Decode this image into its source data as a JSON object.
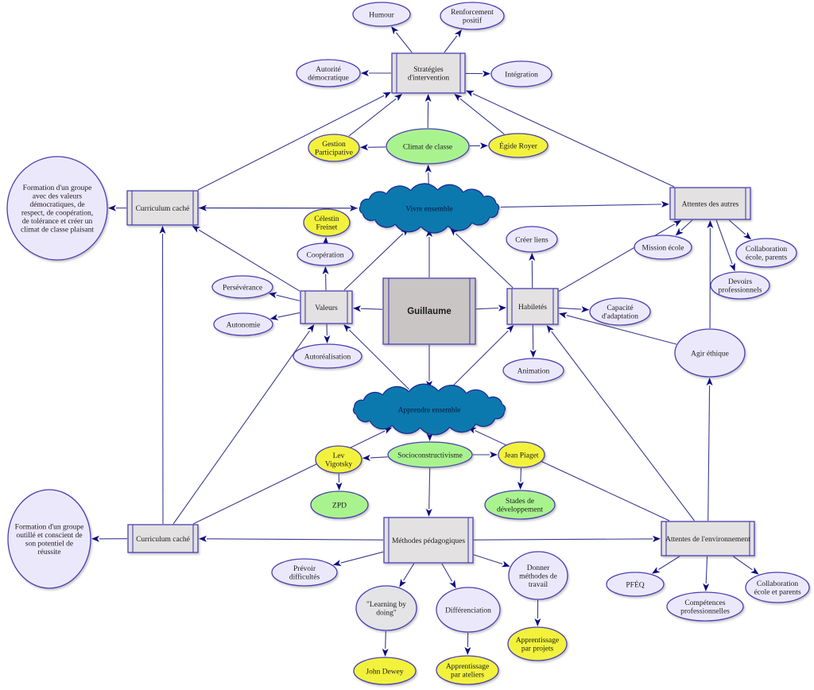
{
  "palette": {
    "lavender_fill": "#ece8fb",
    "yellow_fill": "#f2f23c",
    "green_fill": "#a9f38f",
    "gray_fill": "#e3e1e1",
    "quote_fill": "#e4e3e6",
    "hub_fill": "#c9c5c5",
    "cloud_fill": "#0b79ad",
    "cloud_stroke": "#1f2a96",
    "shape_stroke": "#4a3fb0",
    "edge": "#3b3b8f",
    "arrow": "#0d0d80"
  },
  "diagram": {
    "nodes": [
      {
        "id": "guillaume",
        "style": "hub",
        "lines": [
          "Guillaume"
        ]
      },
      {
        "id": "strategies",
        "style": "box",
        "lines": [
          "Stratégies",
          "d'intervention"
        ]
      },
      {
        "id": "humour",
        "style": "lavender",
        "lines": [
          "Humour"
        ]
      },
      {
        "id": "renforcement",
        "style": "lavender",
        "lines": [
          "Renforcement",
          "positif"
        ]
      },
      {
        "id": "autorite",
        "style": "lavender",
        "lines": [
          "Autorité",
          "démocratique"
        ]
      },
      {
        "id": "integration",
        "style": "lavender",
        "lines": [
          "Intégration"
        ]
      },
      {
        "id": "climat",
        "style": "green",
        "lines": [
          "Climat de classe"
        ]
      },
      {
        "id": "gestion",
        "style": "yellow",
        "lines": [
          "Gestion",
          "Participative"
        ]
      },
      {
        "id": "egide",
        "style": "yellow",
        "lines": [
          "Égide Royer"
        ]
      },
      {
        "id": "formation1",
        "style": "lavender",
        "lines": [
          "Formation d'un groupe",
          "avec des valeurs",
          "démocratiques, de",
          "respect, de coopération,",
          "de tolérance et créer un",
          "climat de classe plaisant"
        ]
      },
      {
        "id": "curriculum1",
        "style": "box",
        "lines": [
          "Curriculum caché"
        ]
      },
      {
        "id": "vivre",
        "style": "cloud",
        "lines": [
          "Vivre ensemble"
        ]
      },
      {
        "id": "attentes_autres",
        "style": "box",
        "lines": [
          "Attentes des autres"
        ]
      },
      {
        "id": "celestin",
        "style": "yellow",
        "lines": [
          "Célestin",
          "Freinet"
        ]
      },
      {
        "id": "coop",
        "style": "lavender",
        "lines": [
          "Coopération"
        ]
      },
      {
        "id": "creer",
        "style": "lavender",
        "lines": [
          "Créer liens"
        ]
      },
      {
        "id": "mission",
        "style": "lavender",
        "lines": [
          "Mission école"
        ]
      },
      {
        "id": "collab1",
        "style": "lavender",
        "lines": [
          "Collaboration",
          "école, parents"
        ]
      },
      {
        "id": "devoirs",
        "style": "lavender",
        "lines": [
          "Devoirs",
          "professionnels"
        ]
      },
      {
        "id": "perseverance",
        "style": "lavender",
        "lines": [
          "Persévérance"
        ]
      },
      {
        "id": "valeurs",
        "style": "box",
        "lines": [
          "Valeurs"
        ]
      },
      {
        "id": "habiletes",
        "style": "box",
        "lines": [
          "Habiletés"
        ]
      },
      {
        "id": "capacite",
        "style": "lavender",
        "lines": [
          "Capacité",
          "d'adaptation"
        ]
      },
      {
        "id": "autonomie",
        "style": "lavender",
        "lines": [
          "Autonomie"
        ]
      },
      {
        "id": "autorealisation",
        "style": "lavender",
        "lines": [
          "Autoréalisation"
        ]
      },
      {
        "id": "agir",
        "style": "lavender",
        "lines": [
          "Agir éthique"
        ]
      },
      {
        "id": "animation",
        "style": "lavender",
        "lines": [
          "Animation"
        ]
      },
      {
        "id": "apprendre",
        "style": "cloud",
        "lines": [
          "Apprendre ensemble"
        ]
      },
      {
        "id": "socio",
        "style": "green",
        "lines": [
          "Socioconstructivisme"
        ]
      },
      {
        "id": "lev",
        "style": "yellow",
        "lines": [
          "Lev",
          "Vigotsky"
        ]
      },
      {
        "id": "piaget",
        "style": "yellow",
        "lines": [
          "Jean Piaget"
        ]
      },
      {
        "id": "zpd",
        "style": "green",
        "lines": [
          "ZPD"
        ]
      },
      {
        "id": "stades",
        "style": "green",
        "lines": [
          "Stades de",
          "développement"
        ]
      },
      {
        "id": "formation2",
        "style": "lavender",
        "lines": [
          "Formation d'un groupe",
          "outillé et conscient de",
          "son potentiel de",
          "réussite"
        ]
      },
      {
        "id": "curriculum2",
        "style": "box",
        "lines": [
          "Curriculum caché"
        ]
      },
      {
        "id": "methodes",
        "style": "box",
        "lines": [
          "Méthodes pédagogiques"
        ]
      },
      {
        "id": "attentes_env",
        "style": "box",
        "lines": [
          "Attentes de l'environnement"
        ]
      },
      {
        "id": "prevoir",
        "style": "lavender",
        "lines": [
          "Prévoir",
          "difficultés"
        ]
      },
      {
        "id": "learning",
        "style": "quote",
        "lines": [
          "\"Learning by",
          "doing\""
        ]
      },
      {
        "id": "diff",
        "style": "lavender",
        "lines": [
          "Différenciation"
        ]
      },
      {
        "id": "donner",
        "style": "lavender",
        "lines": [
          "Donner",
          "méthodes de",
          "travail"
        ]
      },
      {
        "id": "projets",
        "style": "yellow",
        "lines": [
          "Apprentissage",
          "par projets"
        ]
      },
      {
        "id": "dewey",
        "style": "yellow",
        "lines": [
          "John Dewey"
        ]
      },
      {
        "id": "ateliers",
        "style": "yellow",
        "lines": [
          "Apprentissage",
          "par ateliers"
        ]
      },
      {
        "id": "pfeq",
        "style": "lavender",
        "lines": [
          "PFÉQ"
        ]
      },
      {
        "id": "competences",
        "style": "lavender",
        "lines": [
          "Compétences",
          "professionnelles"
        ]
      },
      {
        "id": "collab2",
        "style": "lavender",
        "lines": [
          "Collaboration",
          "école et parents"
        ]
      }
    ],
    "edges": [
      {
        "from": "strategies",
        "to": "humour"
      },
      {
        "from": "strategies",
        "to": "renforcement"
      },
      {
        "from": "strategies",
        "to": "autorite"
      },
      {
        "from": "strategies",
        "to": "integration"
      },
      {
        "from": "climat",
        "to": "strategies"
      },
      {
        "from": "climat",
        "to": "gestion"
      },
      {
        "from": "climat",
        "to": "egide"
      },
      {
        "from": "gestion",
        "to": "strategies"
      },
      {
        "from": "egide",
        "to": "strategies"
      },
      {
        "from": "curriculum1",
        "to": "strategies"
      },
      {
        "from": "attentes_autres",
        "to": "strategies"
      },
      {
        "from": "vivre",
        "to": "climat"
      },
      {
        "from": "curriculum1",
        "to": "formation1"
      },
      {
        "from": "curriculum1",
        "to": "vivre"
      },
      {
        "from": "vivre",
        "to": "curriculum1"
      },
      {
        "from": "valeurs",
        "to": "curriculum1"
      },
      {
        "from": "vivre",
        "to": "attentes_autres"
      },
      {
        "from": "habiletes",
        "to": "attentes_autres"
      },
      {
        "from": "habiletes",
        "to": "vivre"
      },
      {
        "from": "guillaume",
        "to": "vivre"
      },
      {
        "from": "valeurs",
        "to": "vivre"
      },
      {
        "from": "coop",
        "to": "celestin"
      },
      {
        "from": "valeurs",
        "to": "coop"
      },
      {
        "from": "valeurs",
        "to": "perseverance"
      },
      {
        "from": "valeurs",
        "to": "autonomie"
      },
      {
        "from": "valeurs",
        "to": "autorealisation"
      },
      {
        "from": "guillaume",
        "to": "valeurs"
      },
      {
        "from": "guillaume",
        "to": "habiletes"
      },
      {
        "from": "guillaume",
        "to": "apprendre"
      },
      {
        "from": "apprendre",
        "to": "valeurs"
      },
      {
        "from": "apprendre",
        "to": "habiletes"
      },
      {
        "from": "habiletes",
        "to": "creer"
      },
      {
        "from": "habiletes",
        "to": "capacite"
      },
      {
        "from": "habiletes",
        "to": "animation"
      },
      {
        "from": "attentes_autres",
        "to": "mission"
      },
      {
        "from": "attentes_autres",
        "to": "collab1"
      },
      {
        "from": "attentes_autres",
        "to": "devoirs"
      },
      {
        "from": "agir",
        "to": "attentes_autres"
      },
      {
        "from": "agir",
        "to": "habiletes"
      },
      {
        "from": "attentes_env",
        "to": "agir"
      },
      {
        "from": "attentes_env",
        "to": "habiletes"
      },
      {
        "from": "attentes_env",
        "to": "apprendre"
      },
      {
        "from": "curriculum2",
        "to": "curriculum1"
      },
      {
        "from": "curriculum2",
        "to": "valeurs"
      },
      {
        "from": "curriculum2",
        "to": "apprendre"
      },
      {
        "from": "curriculum2",
        "to": "formation2"
      },
      {
        "from": "methodes",
        "to": "curriculum2"
      },
      {
        "from": "methodes",
        "to": "attentes_env"
      },
      {
        "from": "apprendre",
        "to": "socio"
      },
      {
        "from": "socio",
        "to": "lev"
      },
      {
        "from": "socio",
        "to": "piaget"
      },
      {
        "from": "socio",
        "to": "methodes"
      },
      {
        "from": "lev",
        "to": "zpd"
      },
      {
        "from": "piaget",
        "to": "stades"
      },
      {
        "from": "methodes",
        "to": "prevoir"
      },
      {
        "from": "methodes",
        "to": "learning"
      },
      {
        "from": "methodes",
        "to": "diff"
      },
      {
        "from": "methodes",
        "to": "donner"
      },
      {
        "from": "learning",
        "to": "dewey"
      },
      {
        "from": "diff",
        "to": "ateliers"
      },
      {
        "from": "donner",
        "to": "projets"
      },
      {
        "from": "attentes_env",
        "to": "pfeq"
      },
      {
        "from": "attentes_env",
        "to": "competences"
      },
      {
        "from": "attentes_env",
        "to": "collab2"
      }
    ]
  }
}
